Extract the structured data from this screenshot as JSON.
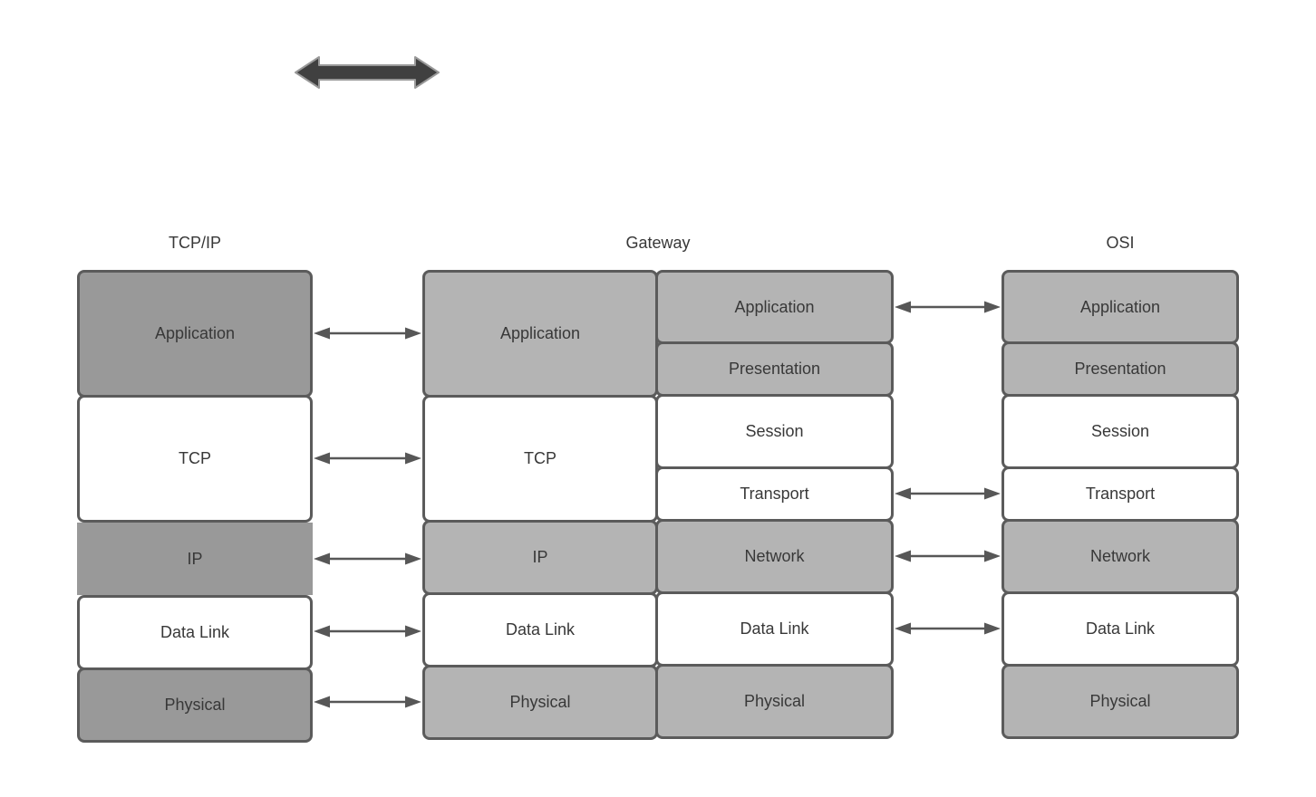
{
  "diagram": {
    "type": "network-model-comparison",
    "headers": {
      "tcpip": "TCP/IP",
      "gateway": "Gateway",
      "osi": "OSI"
    },
    "stacks": {
      "tcpip": {
        "layers": [
          {
            "label": "Application",
            "shade": "dark"
          },
          {
            "label": "TCP",
            "shade": "white"
          },
          {
            "label": "IP",
            "shade": "dark"
          },
          {
            "label": "Data Link",
            "shade": "white"
          },
          {
            "label": "Physical",
            "shade": "dark"
          }
        ]
      },
      "gateway_left": {
        "layers": [
          {
            "label": "Application",
            "shade": "light"
          },
          {
            "label": "TCP",
            "shade": "white"
          },
          {
            "label": "IP",
            "shade": "light"
          },
          {
            "label": "Data Link",
            "shade": "white"
          },
          {
            "label": "Physical",
            "shade": "light"
          }
        ]
      },
      "gateway_right": {
        "layers": [
          {
            "label": "Application",
            "shade": "light"
          },
          {
            "label": "Presentation",
            "shade": "light"
          },
          {
            "label": "Session",
            "shade": "white"
          },
          {
            "label": "Transport",
            "shade": "white"
          },
          {
            "label": "Network",
            "shade": "light"
          },
          {
            "label": "Data Link",
            "shade": "white"
          },
          {
            "label": "Physical",
            "shade": "light"
          }
        ]
      },
      "osi": {
        "layers": [
          {
            "label": "Application",
            "shade": "light"
          },
          {
            "label": "Presentation",
            "shade": "light"
          },
          {
            "label": "Session",
            "shade": "white"
          },
          {
            "label": "Transport",
            "shade": "white"
          },
          {
            "label": "Network",
            "shade": "light"
          },
          {
            "label": "Data Link",
            "shade": "white"
          },
          {
            "label": "Physical",
            "shade": "light"
          }
        ]
      }
    },
    "connections": {
      "tcpip_to_gateway": [
        {
          "from": "TCP/IP.Application",
          "to": "Gateway.Application",
          "type": "bidirectional"
        },
        {
          "from": "TCP/IP.TCP",
          "to": "Gateway.TCP",
          "type": "bidirectional"
        },
        {
          "from": "TCP/IP.IP",
          "to": "Gateway.IP",
          "type": "bidirectional"
        },
        {
          "from": "TCP/IP.Data Link",
          "to": "Gateway.Data Link",
          "type": "bidirectional"
        },
        {
          "from": "TCP/IP.Physical",
          "to": "Gateway.Physical",
          "type": "bidirectional"
        }
      ],
      "gateway_to_osi": [
        {
          "from": "Gateway.Application",
          "to": "OSI.Application",
          "type": "bidirectional"
        },
        {
          "from": "Gateway.Transport",
          "to": "OSI.Transport",
          "type": "bidirectional"
        },
        {
          "from": "Gateway.Network",
          "to": "OSI.Network",
          "type": "bidirectional"
        },
        {
          "from": "Gateway.Data Link",
          "to": "OSI.Data Link",
          "type": "bidirectional"
        }
      ]
    },
    "icons": {
      "top_arrow": "thick-double-headed-arrow",
      "link_arrow": "thin-double-headed-arrow"
    },
    "colors": {
      "dark_gray_fill": "#999999",
      "light_gray_fill": "#b4b4b4",
      "white_fill": "#ffffff",
      "border": "#5b5b5b",
      "arrow": "#575757",
      "thick_arrow_fill": "#404040",
      "thick_arrow_stroke": "#999999",
      "text": "#383838",
      "background": "#ffffff"
    }
  }
}
